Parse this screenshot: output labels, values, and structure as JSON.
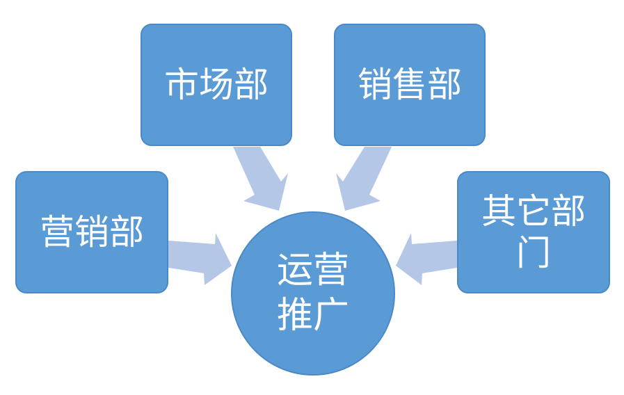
{
  "diagram": {
    "center": {
      "line1": "运营",
      "line2": "推广"
    },
    "nodes": {
      "market": "市场部",
      "sales": "销售部",
      "marketing": "营销部",
      "other_line1": "其它部",
      "other_line2": "门"
    },
    "colors": {
      "node_fill": "#5b9bd5",
      "arrow_fill": "#b4c7e7",
      "text": "#ffffff"
    }
  }
}
